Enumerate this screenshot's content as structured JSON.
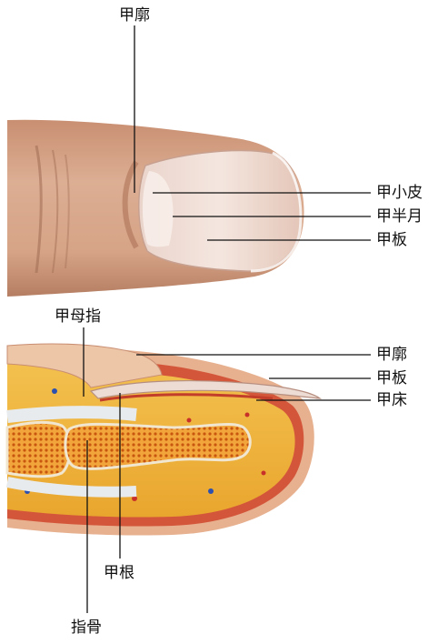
{
  "top_view": {
    "labels": {
      "nail_wall": "甲廓",
      "cuticle": "甲小皮",
      "lunula": "甲半月",
      "nail_plate": "甲板"
    }
  },
  "section_view": {
    "labels": {
      "eponychium": "甲母指",
      "nail_wall": "甲廓",
      "nail_plate": "甲板",
      "nail_bed": "甲床",
      "nail_root": "甲根",
      "phalanx_bone": "指骨"
    }
  },
  "colors": {
    "skin": "#d9a98c",
    "skin_shadow": "#b57e63",
    "nail": "#f1e3dc",
    "fat": "#f0b13a",
    "dermis": "#d4563a",
    "bone": "#e27a18",
    "marrow": "#f7c45a",
    "leader_line": "#111111"
  }
}
